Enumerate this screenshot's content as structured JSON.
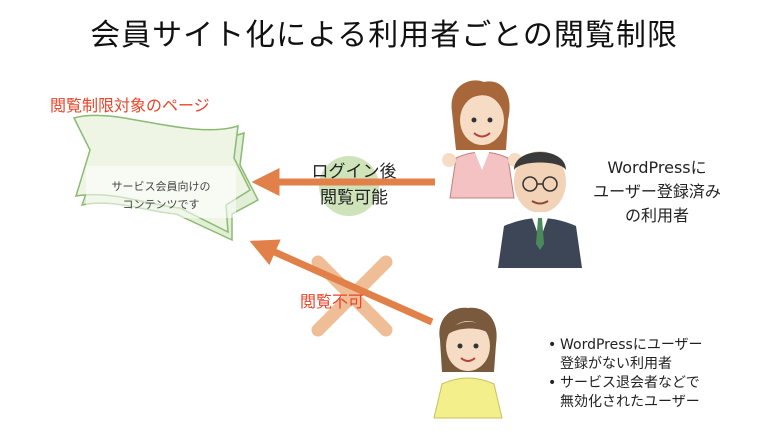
{
  "title": "会員サイト化による利用者ごとの閲覧制限",
  "target_page_label": "閲覧制限対象のページ",
  "document_text": [
    "サービス会員向けの",
    "コンテンツです"
  ],
  "allowed": {
    "lines": [
      "ログイン後",
      "閲覧可能"
    ]
  },
  "denied": {
    "label": "閲覧不可"
  },
  "registered_users_label": [
    "WordPressに",
    "ユーザー登録済み",
    "の利用者"
  ],
  "unregistered_users": [
    [
      "WordPressにユーザー",
      "登録がない利用者"
    ],
    [
      "サービス退会者などで",
      "無効化されたユーザー"
    ]
  ],
  "colors": {
    "arrow": "#e2804a",
    "cross": "#efbd96",
    "allowed_circle": "#cfe3bb",
    "accent_text": "#e8452a",
    "document_fill": "#e9f3de",
    "document_stroke": "#7fb064"
  },
  "icons": [
    "scroll-document-icon",
    "woman-user-icon",
    "man-user-icon",
    "girl-user-icon"
  ]
}
